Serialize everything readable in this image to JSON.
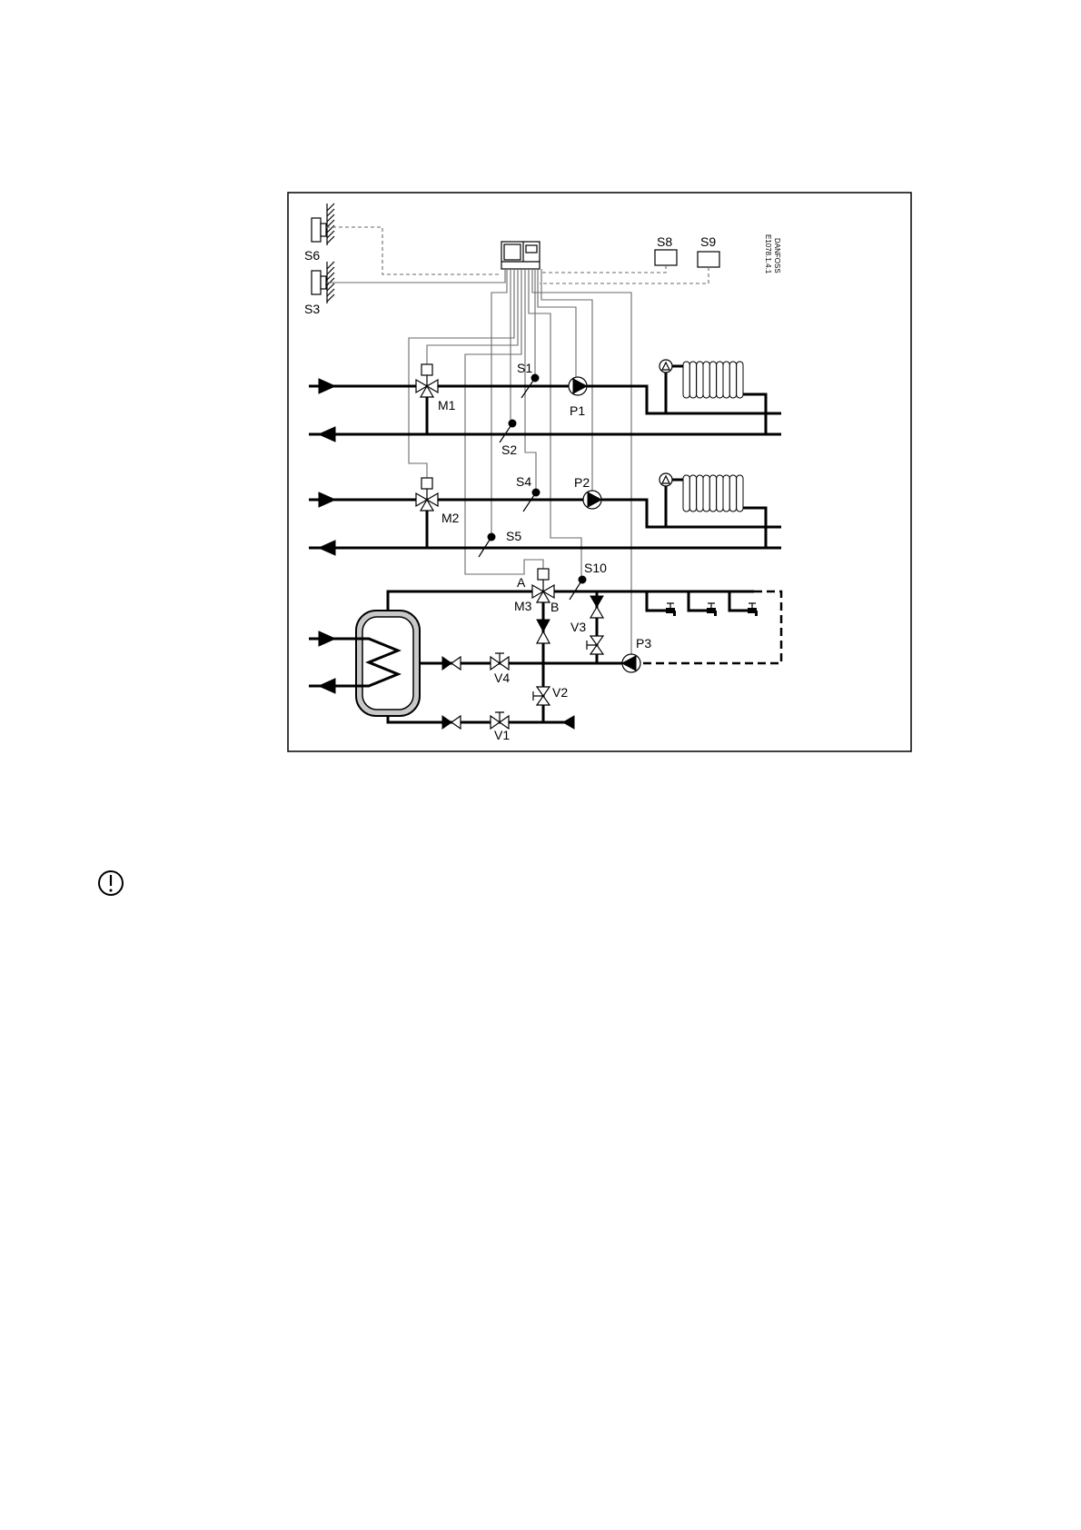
{
  "figure": {
    "code": "E1078.1.4.1",
    "brand": "DANFOSS",
    "labels": {
      "s6": "S6",
      "s3": "S3",
      "s8": "S8",
      "s9": "S9",
      "s1": "S1",
      "s2": "S2",
      "s4": "S4",
      "s5": "S5",
      "s10": "S10",
      "p1": "P1",
      "p2": "P2",
      "p3": "P3",
      "m1": "M1",
      "m2": "M2",
      "m3": "M3",
      "port_a": "A",
      "port_b": "B",
      "v1": "V1",
      "v2": "V2",
      "v3": "V3",
      "v4": "V4"
    }
  },
  "notice": {
    "icon": "exclamation-circle-icon"
  },
  "colors": {
    "line": "#000000",
    "wire": "#6a6a6a",
    "tank_wall": "#c8c8c8",
    "background": "#ffffff"
  }
}
